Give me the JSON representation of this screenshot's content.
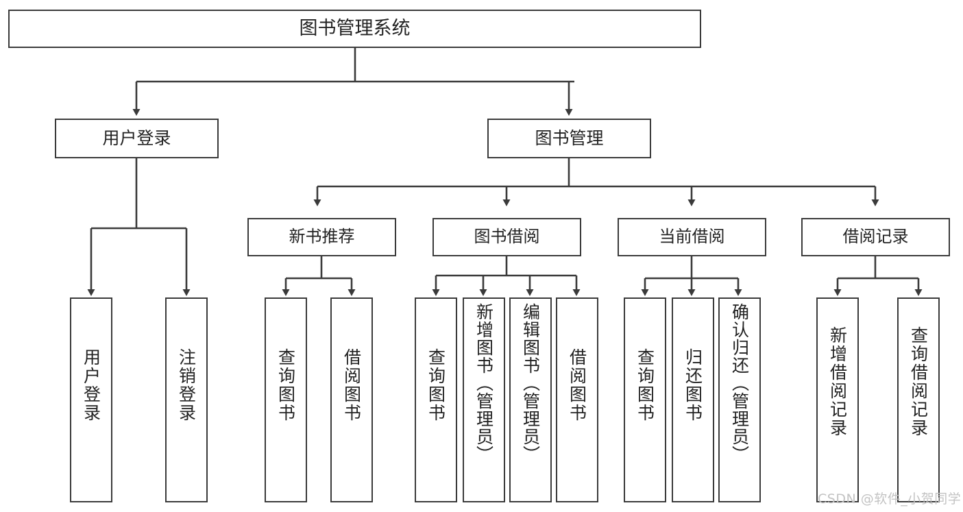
{
  "diagram": {
    "title": "图书管理系统",
    "watermark": "CSDN @软件_小贺同学",
    "stroke_color": "#3a3a3a",
    "text_color": "#222222",
    "background_color": "#ffffff",
    "root": {
      "label": "图书管理系统"
    },
    "level1": [
      {
        "label": "用户登录"
      },
      {
        "label": "图书管理"
      }
    ],
    "level2": [
      {
        "label": "新书推荐"
      },
      {
        "label": "图书借阅"
      },
      {
        "label": "当前借阅"
      },
      {
        "label": "借阅记录"
      }
    ],
    "leaves": {
      "user_login": [
        {
          "label": "用户登录"
        },
        {
          "label": "注销登录"
        }
      ],
      "new_book_recommend": [
        {
          "label": "查询图书"
        },
        {
          "label": "借阅图书"
        }
      ],
      "book_borrow": [
        {
          "label": "查询图书"
        },
        {
          "label": "新增图书（管理员）"
        },
        {
          "label": "编辑图书（管理员）"
        },
        {
          "label": "借阅图书"
        }
      ],
      "current_borrow": [
        {
          "label": "查询图书"
        },
        {
          "label": "归还图书"
        },
        {
          "label": "确认归还（管理员）"
        }
      ],
      "borrow_record": [
        {
          "label": "新增借阅记录"
        },
        {
          "label": "查询借阅记录"
        }
      ]
    }
  }
}
